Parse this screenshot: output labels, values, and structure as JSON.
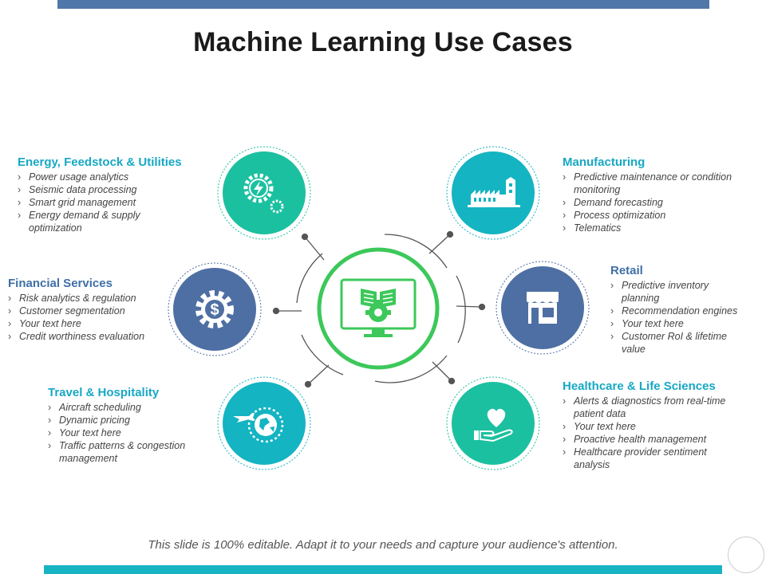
{
  "title": "Machine Learning Use Cases",
  "footer": "This slide is 100% editable. Adapt it to your needs and capture your audience's attention.",
  "colors": {
    "teal": "#1bc0a0",
    "cyan": "#14b4c2",
    "blue": "#4e6fa3",
    "green_ring": "#3cc85a",
    "heading_teal": "#17a8c4",
    "heading_blue": "#3f6fa6"
  },
  "center": {
    "icon": "monitor-book-gear-icon"
  },
  "segments": [
    {
      "heading": "Energy, Feedstock & Utilities",
      "icon": "gear-bolt-icon",
      "items": [
        "Power usage analytics",
        "Seismic data processing",
        "Smart grid management",
        "Energy demand & supply optimization"
      ]
    },
    {
      "heading": "Financial Services",
      "icon": "dollar-gear-icon",
      "items": [
        "Risk analytics & regulation",
        "Customer segmentation",
        "Your text here",
        "Credit worthiness evaluation"
      ]
    },
    {
      "heading": "Travel & Hospitality",
      "icon": "plane-globe-icon",
      "items": [
        "Aircraft scheduling",
        "Dynamic pricing",
        "Your text here",
        "Traffic patterns & congestion management"
      ]
    },
    {
      "heading": "Manufacturing",
      "icon": "factory-icon",
      "items": [
        "Predictive maintenance or condition monitoring",
        "Demand forecasting",
        "Process optimization",
        "Telematics"
      ]
    },
    {
      "heading": "Retail",
      "icon": "store-icon",
      "items": [
        "Predictive inventory planning",
        "Recommendation engines",
        "Your text here",
        "Customer RoI & lifetime value"
      ]
    },
    {
      "heading": "Healthcare & Life Sciences",
      "icon": "heart-hand-icon",
      "items": [
        "Alerts & diagnostics from real-time patient data",
        "Your text here",
        "Proactive health management",
        "Healthcare provider sentiment analysis"
      ]
    }
  ]
}
